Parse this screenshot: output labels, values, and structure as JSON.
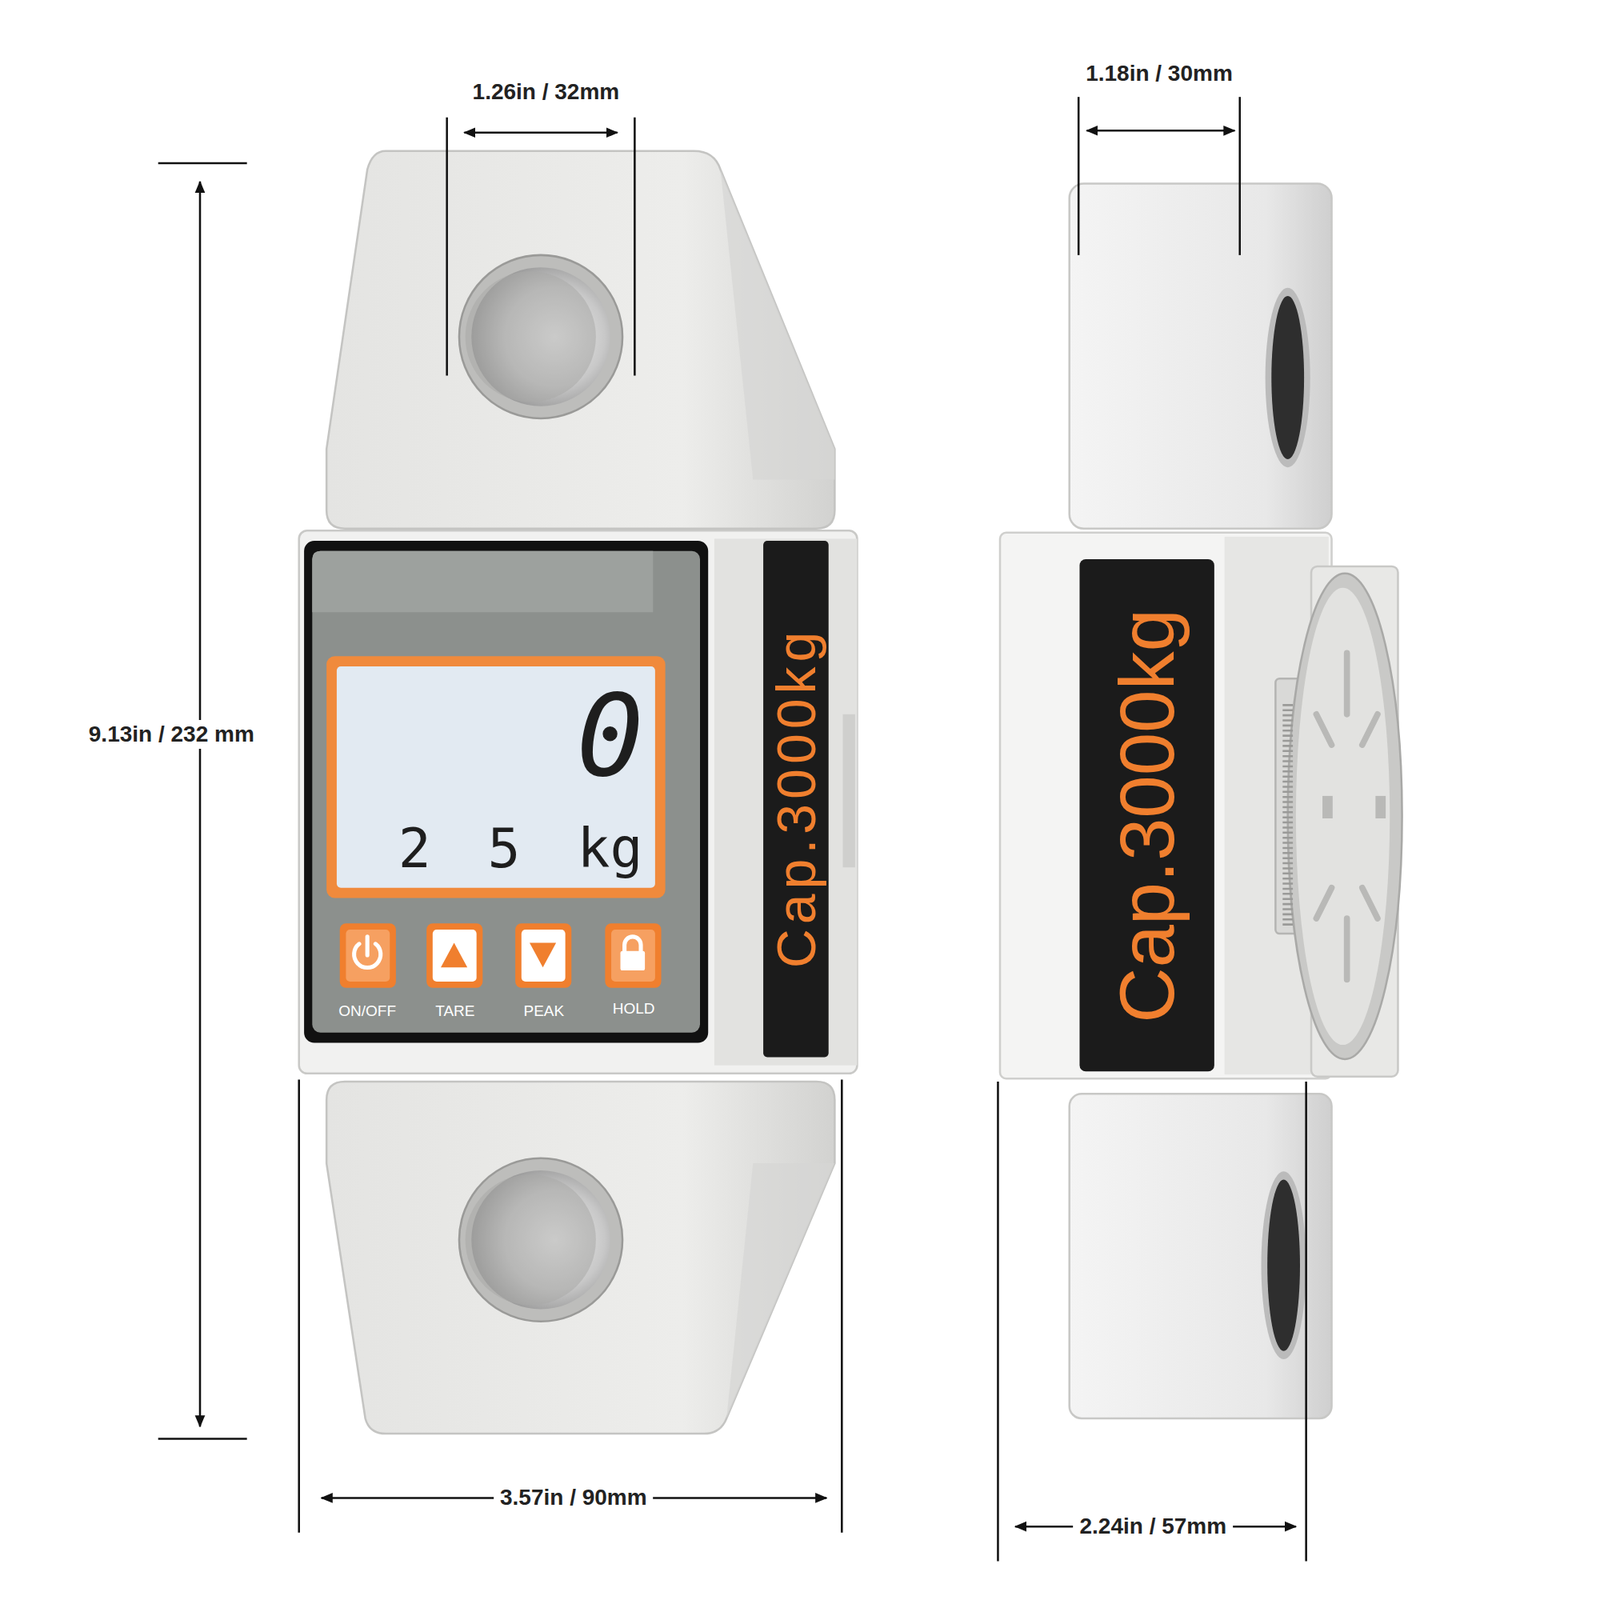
{
  "diagram": {
    "labels": [
      "1.26in / 32mm",
      "9.13in / 232 mm",
      "Cap.3000kg",
      "0",
      "2 5 kg",
      "ON/OFF",
      "TARE",
      "PEAK",
      "HOLD",
      "3.57in / 90mm",
      "1.18in / 30mm",
      "Cap.3000kg",
      "2.24in / 57mm"
    ]
  }
}
